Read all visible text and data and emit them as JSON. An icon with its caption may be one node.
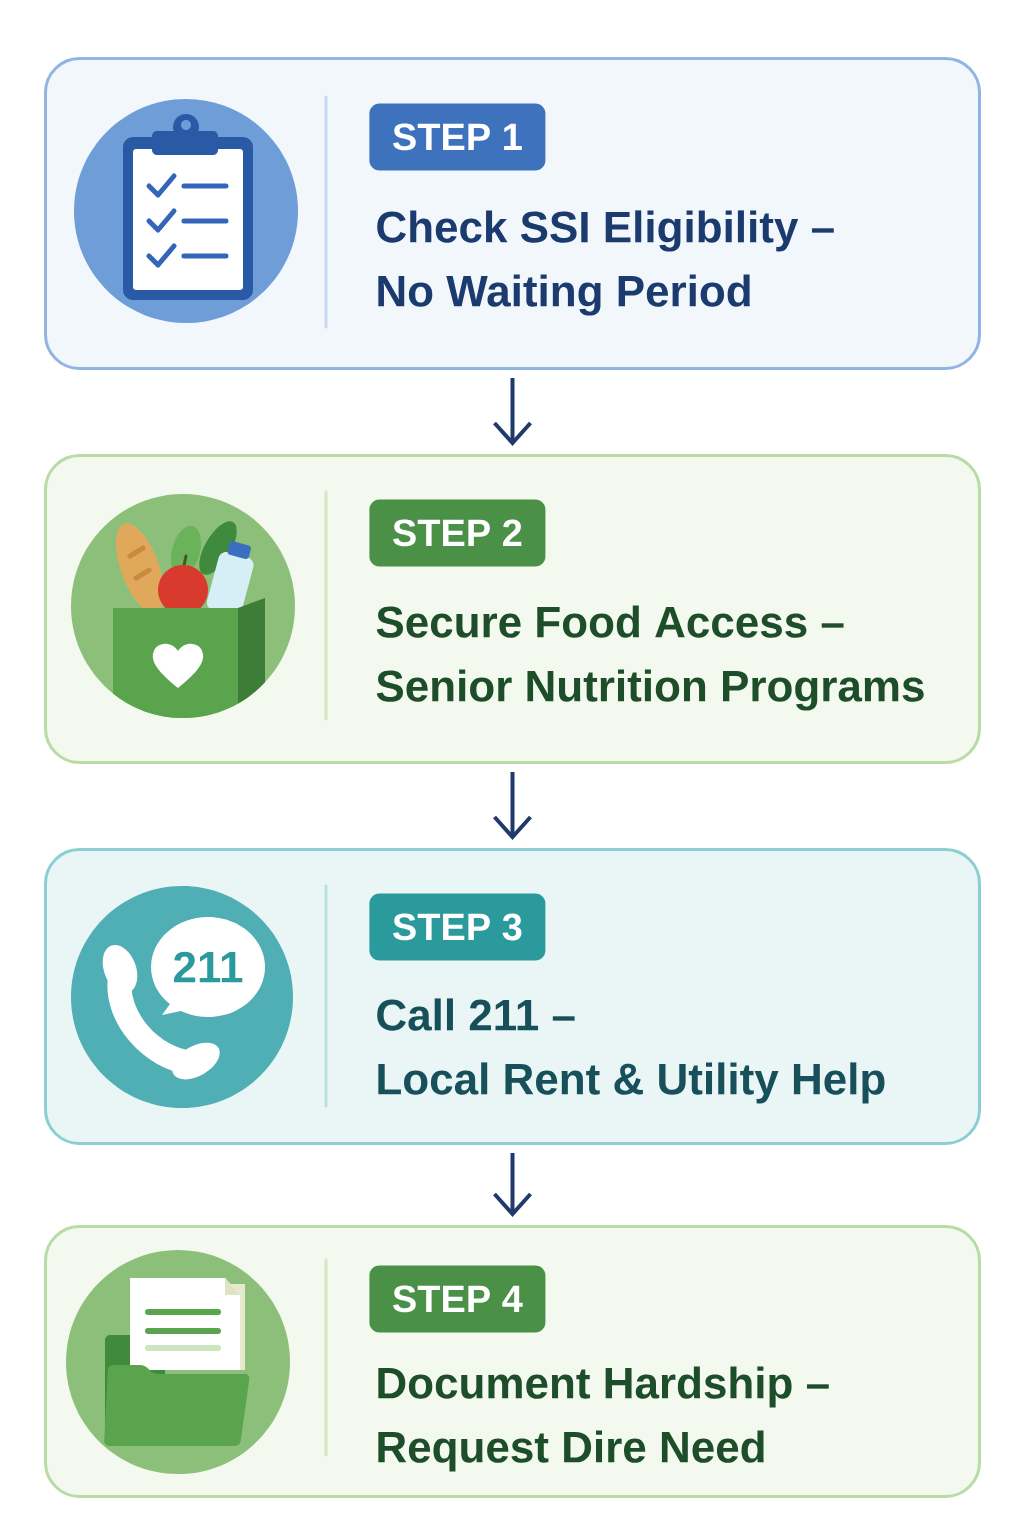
{
  "diagram": {
    "nodes": [
      {
        "text": [
          "Check SSI Eligibility – No Waiting Period"
        ]
      },
      {
        "text": [
          "STEP 1"
        ],
        "in": 0
      },
      {
        "text": [
          "Secure Food Access – Senior Nutrition Programs"
        ]
      },
      {
        "text": [
          "STEP 2"
        ],
        "in": 2
      },
      {
        "text": [
          "Call 211 – Local Rent & Utility Help"
        ]
      },
      {
        "text": [
          "STEP 3"
        ],
        "in": 4
      },
      {
        "text": [
          "211"
        ],
        "in": 4
      },
      {
        "text": [
          "Document Hardship – Request Dire Need"
        ]
      },
      {
        "text": [
          "STEP 4"
        ],
        "in": 7
      }
    ],
    "edges": [
      {
        "from": 0,
        "to": 2,
        "arrow": "to"
      },
      {
        "from": 2,
        "to": 4,
        "arrow": "to"
      },
      {
        "from": 4,
        "to": 7,
        "arrow": "to"
      }
    ]
  }
}
